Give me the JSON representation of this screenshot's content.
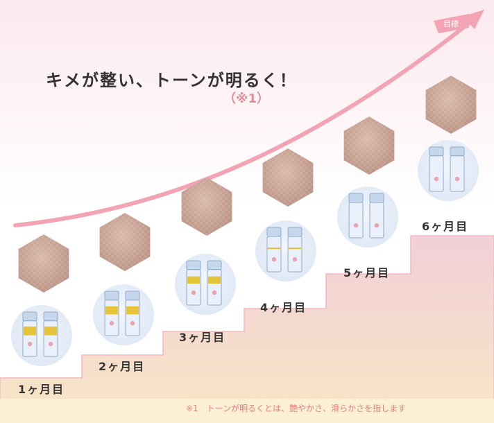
{
  "headline": "キメが整い、トーンが明るく！",
  "headline_note": "（※1）",
  "goal_tag": "目標",
  "months": [
    "1ヶ月目",
    "2ヶ月目",
    "3ヶ月目",
    "4ヶ月目",
    "5ヶ月目",
    "6ヶ月目"
  ],
  "footnote": "※1　トーンが明るくとは、艶やかさ、滑らかさを指します",
  "colors": {
    "accent_pink": "#f2a4b4",
    "footnote_coral": "#e7807f",
    "text_dark": "#333333",
    "stair_top": "#f0cdd6",
    "stair_bottom": "#f8e8c6",
    "skin_tone": "#c9a596",
    "bottle_blue": "#b9cfe6",
    "oil_yellow": "#e6c43a"
  },
  "oil_level_by_month": [
    0.55,
    0.5,
    0.45,
    0.1,
    0.0,
    0.0
  ]
}
